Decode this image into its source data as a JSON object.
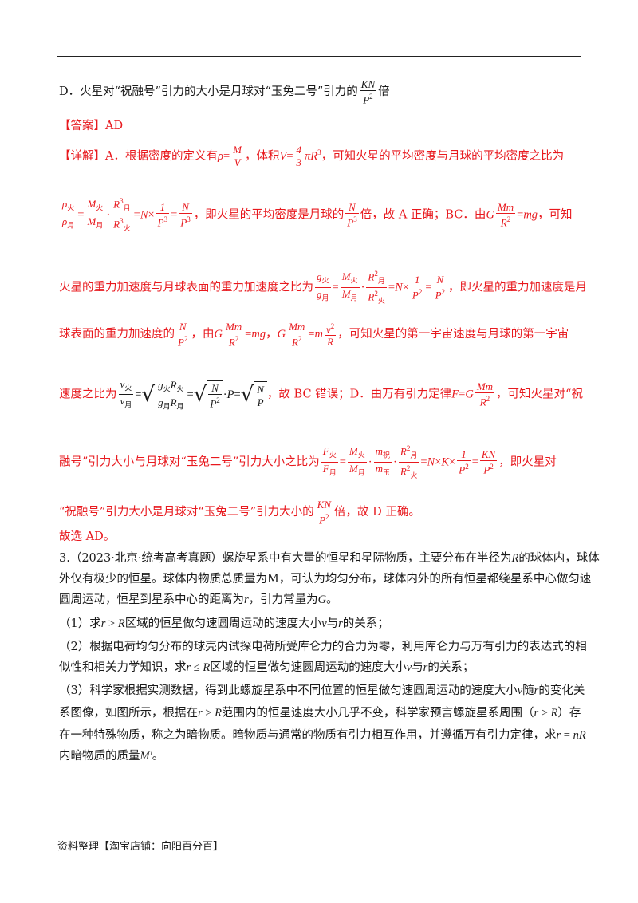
{
  "option_d": {
    "pre": "D．火星对“祝融号”引力的大小是月球对“玉兔二号”引力的",
    "frac_num": "KN",
    "frac_den": "P",
    "post": "倍"
  },
  "answer": {
    "label": "【答案】",
    "value": "AD"
  },
  "detail": {
    "l1_a": "【详解】A．根据密度的定义有",
    "l1_b": "，体积",
    "l1_c": "，可知火星的平均密度与月球的平均密度之比为",
    "l2_a": "，即火星的平均密度是月球的",
    "l2_b": "倍，故 A 正确；BC．由",
    "l2_c": "，可知",
    "l3_a": "火星的重力加速度与月球表面的重力加速度之比为",
    "l3_b": "，即火星的重力加速度是月",
    "l4_a": "球表面的重力加速度的",
    "l4_b": "，由",
    "l4_c": "，",
    "l4_d": "，可知火星的第一宇宙速度与月球的第一宇宙",
    "l5_a": "速度之比为",
    "l5_b": "，故 BC 错误；D．由万有引力定律",
    "l5_c": "，可知火星对“祝",
    "l6_a": "融号”引力大小与月球对“玉兔二号”引力大小之比为",
    "l6_b": "，即火星对",
    "l7_a": "“祝融号”引力大小是月球对“玉兔二号”引力大小的",
    "l7_b": "倍，故 D 正确。",
    "conclusion": "故选 AD。"
  },
  "q3": {
    "p1_a": "3.（2023·北京·统考高考真题）螺旋星系中有大量的恒星和星际物质，主要分布在半径为",
    "p1_b": "的球体内，球体",
    "p2": "外仅有极少的恒星。球体内物质总质量为M，可认为均匀分布，球体内外的所有恒星都绕星系中心做匀速",
    "p3_a": "圆周运动，恒星到星系中心的距离为",
    "p3_b": "，引力常量为",
    "p3_c": "。",
    "s1_a": "（1）求",
    "s1_b": "区域的恒星做匀速圆周运动的速度大小",
    "s1_c": "与",
    "s1_d": "的关系；",
    "s2_l1": "（2）根据电荷均匀分布的球壳内试探电荷所受库仑力的合力为零，利用库仑力与万有引力的表达式的相",
    "s2_a": "似性和相关力学知识，求",
    "s2_b": "区域的恒星做匀速圆周运动的速度大小",
    "s2_c": "与",
    "s2_d": "的关系；",
    "s3_a": "（3）科学家根据实测数据，得到此螺旋星系中不同位置的恒星做匀速圆周运动的速度大小",
    "s3_b": "随",
    "s3_c": "的变化关",
    "s3_d": "系图像，如图所示，根据在",
    "s3_e": "范围内的恒星速度大小几乎不变，科学家预言螺旋星系周围（",
    "s3_f": "）存",
    "s3_g": "在一种特殊物质，称之为暗物质。暗物质与通常的物质有引力相互作用，并遵循万有引力定律，求",
    "s3_h": "内暗物质的质量",
    "s3_i": "。"
  },
  "footer": "资料整理【淘宝店铺：向阳百分百】"
}
